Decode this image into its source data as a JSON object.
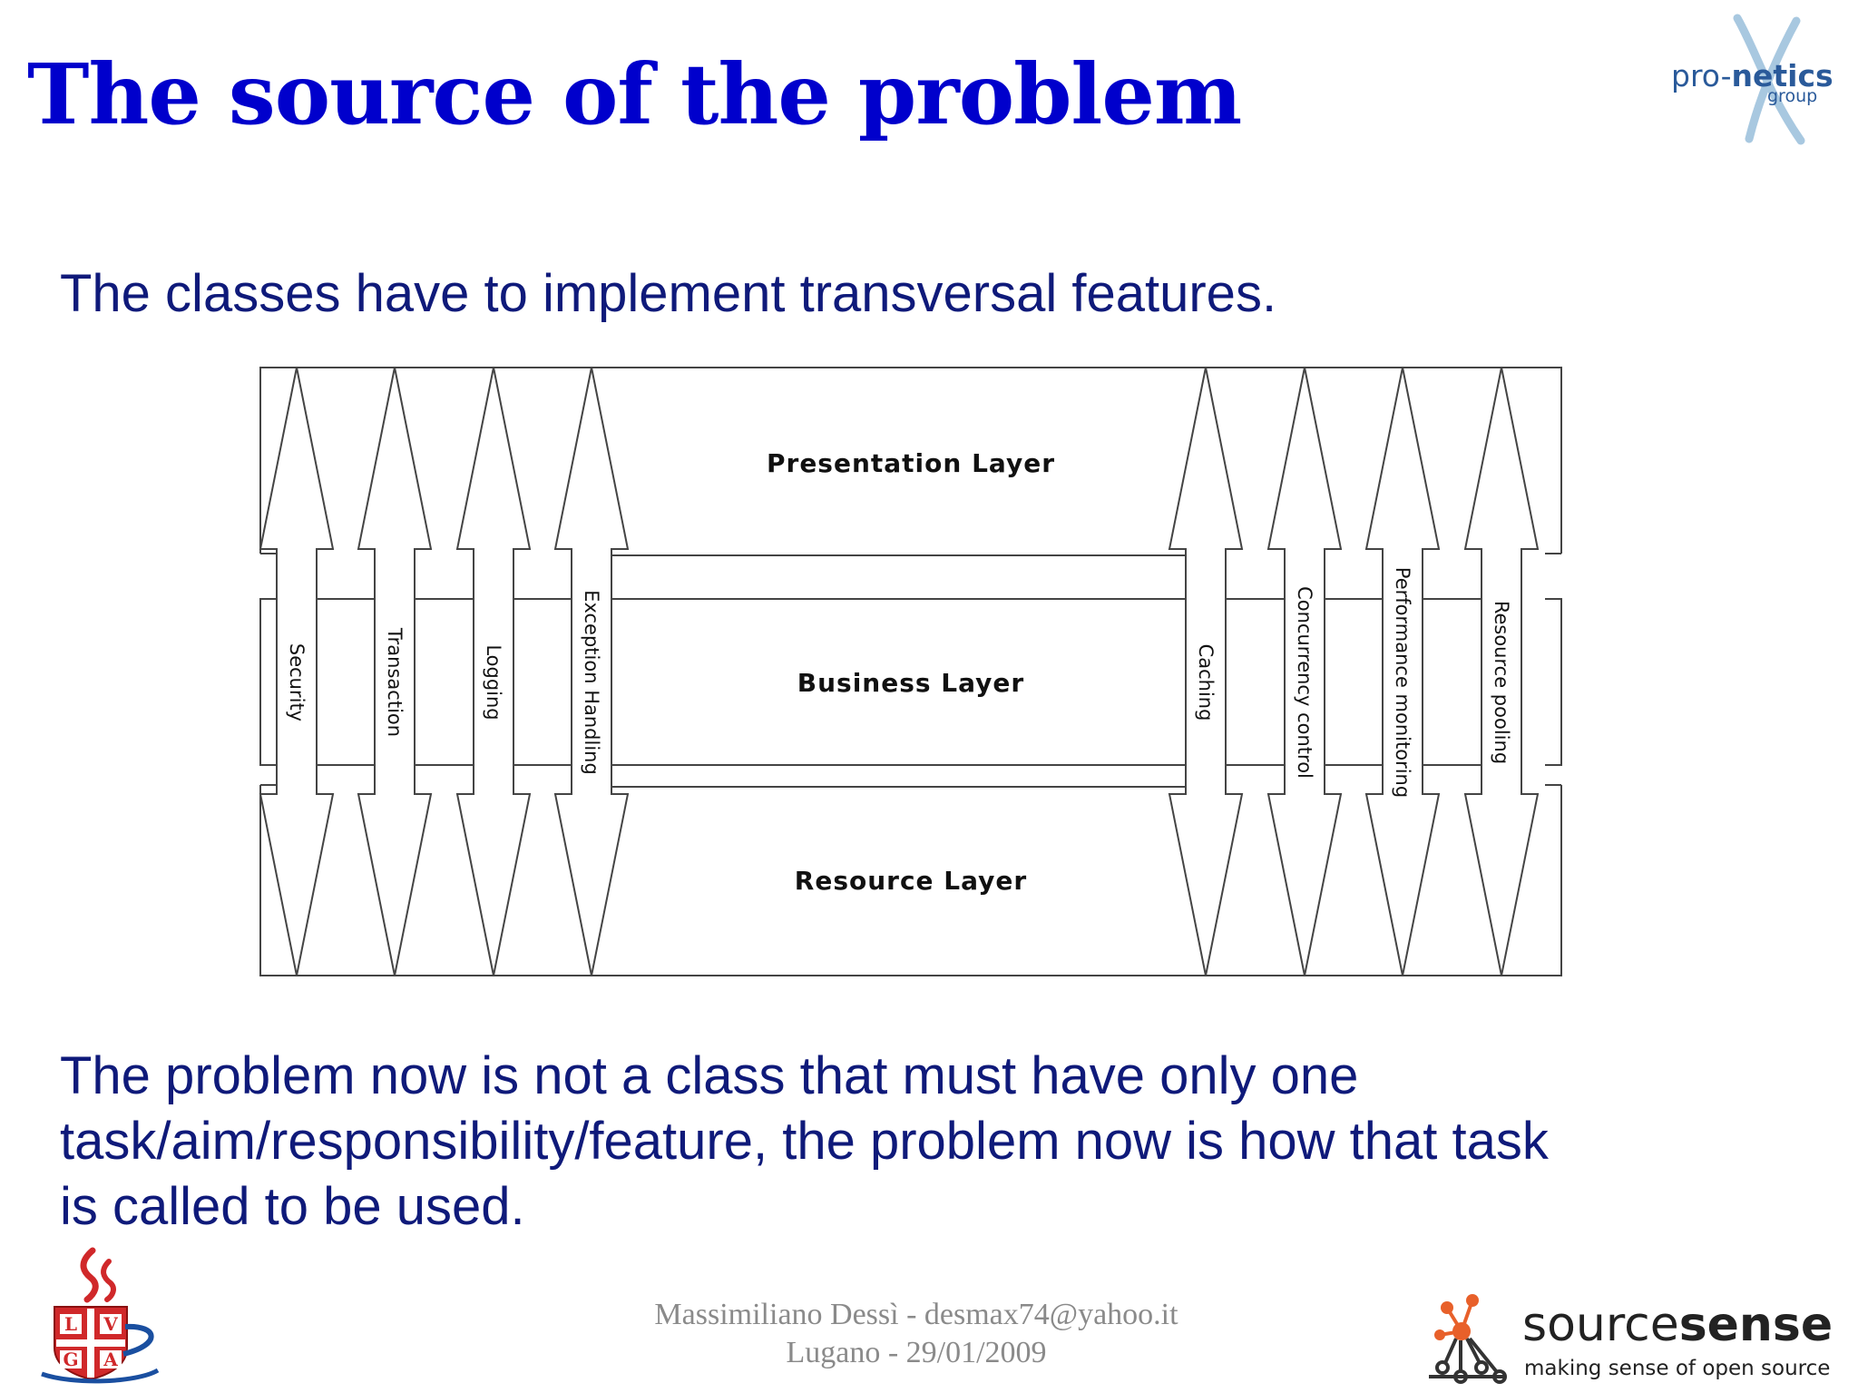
{
  "slide": {
    "title": "The source of the problem",
    "subtitle": "The classes have to implement transversal features.",
    "paragraph_lines": [
      "The problem now is not a class that must have only one",
      "task/aim/responsibility/feature, the problem now is how that task",
      "is called to be used."
    ]
  },
  "diagram": {
    "layers": [
      "Presentation Layer",
      "Business Layer",
      "Resource Layer"
    ],
    "left_concerns": [
      "Security",
      "Transaction",
      "Logging",
      "Exception Handling"
    ],
    "right_concerns": [
      "Caching",
      "Concurrency control",
      "Performance monitoring",
      "Resource pooling"
    ]
  },
  "footer": {
    "author_line": "Massimiliano Dessì - desmax74@yahoo.it",
    "place_date": "Lugano - 29/01/2009"
  },
  "logos": {
    "pronetics_a": "pro-",
    "pronetics_b": "netics",
    "pronetics_c": "group",
    "sourcesense_a": "source",
    "sourcesense_b": "sense",
    "sourcesense_tagline": "making sense of open source",
    "jug_letters": [
      "L",
      "V",
      "G",
      "A"
    ]
  },
  "colors": {
    "title": "#0000cc",
    "body_text": "#0f1a7a",
    "footer_text": "#8a8a8a",
    "diagram_line": "#444444",
    "pronetics_blue": "#2a5a9a",
    "pronetics_accent": "#a8c8e0",
    "sourcesense_orange": "#e8602a",
    "jug_red": "#d0282a",
    "jug_blue": "#1a4fa0"
  }
}
